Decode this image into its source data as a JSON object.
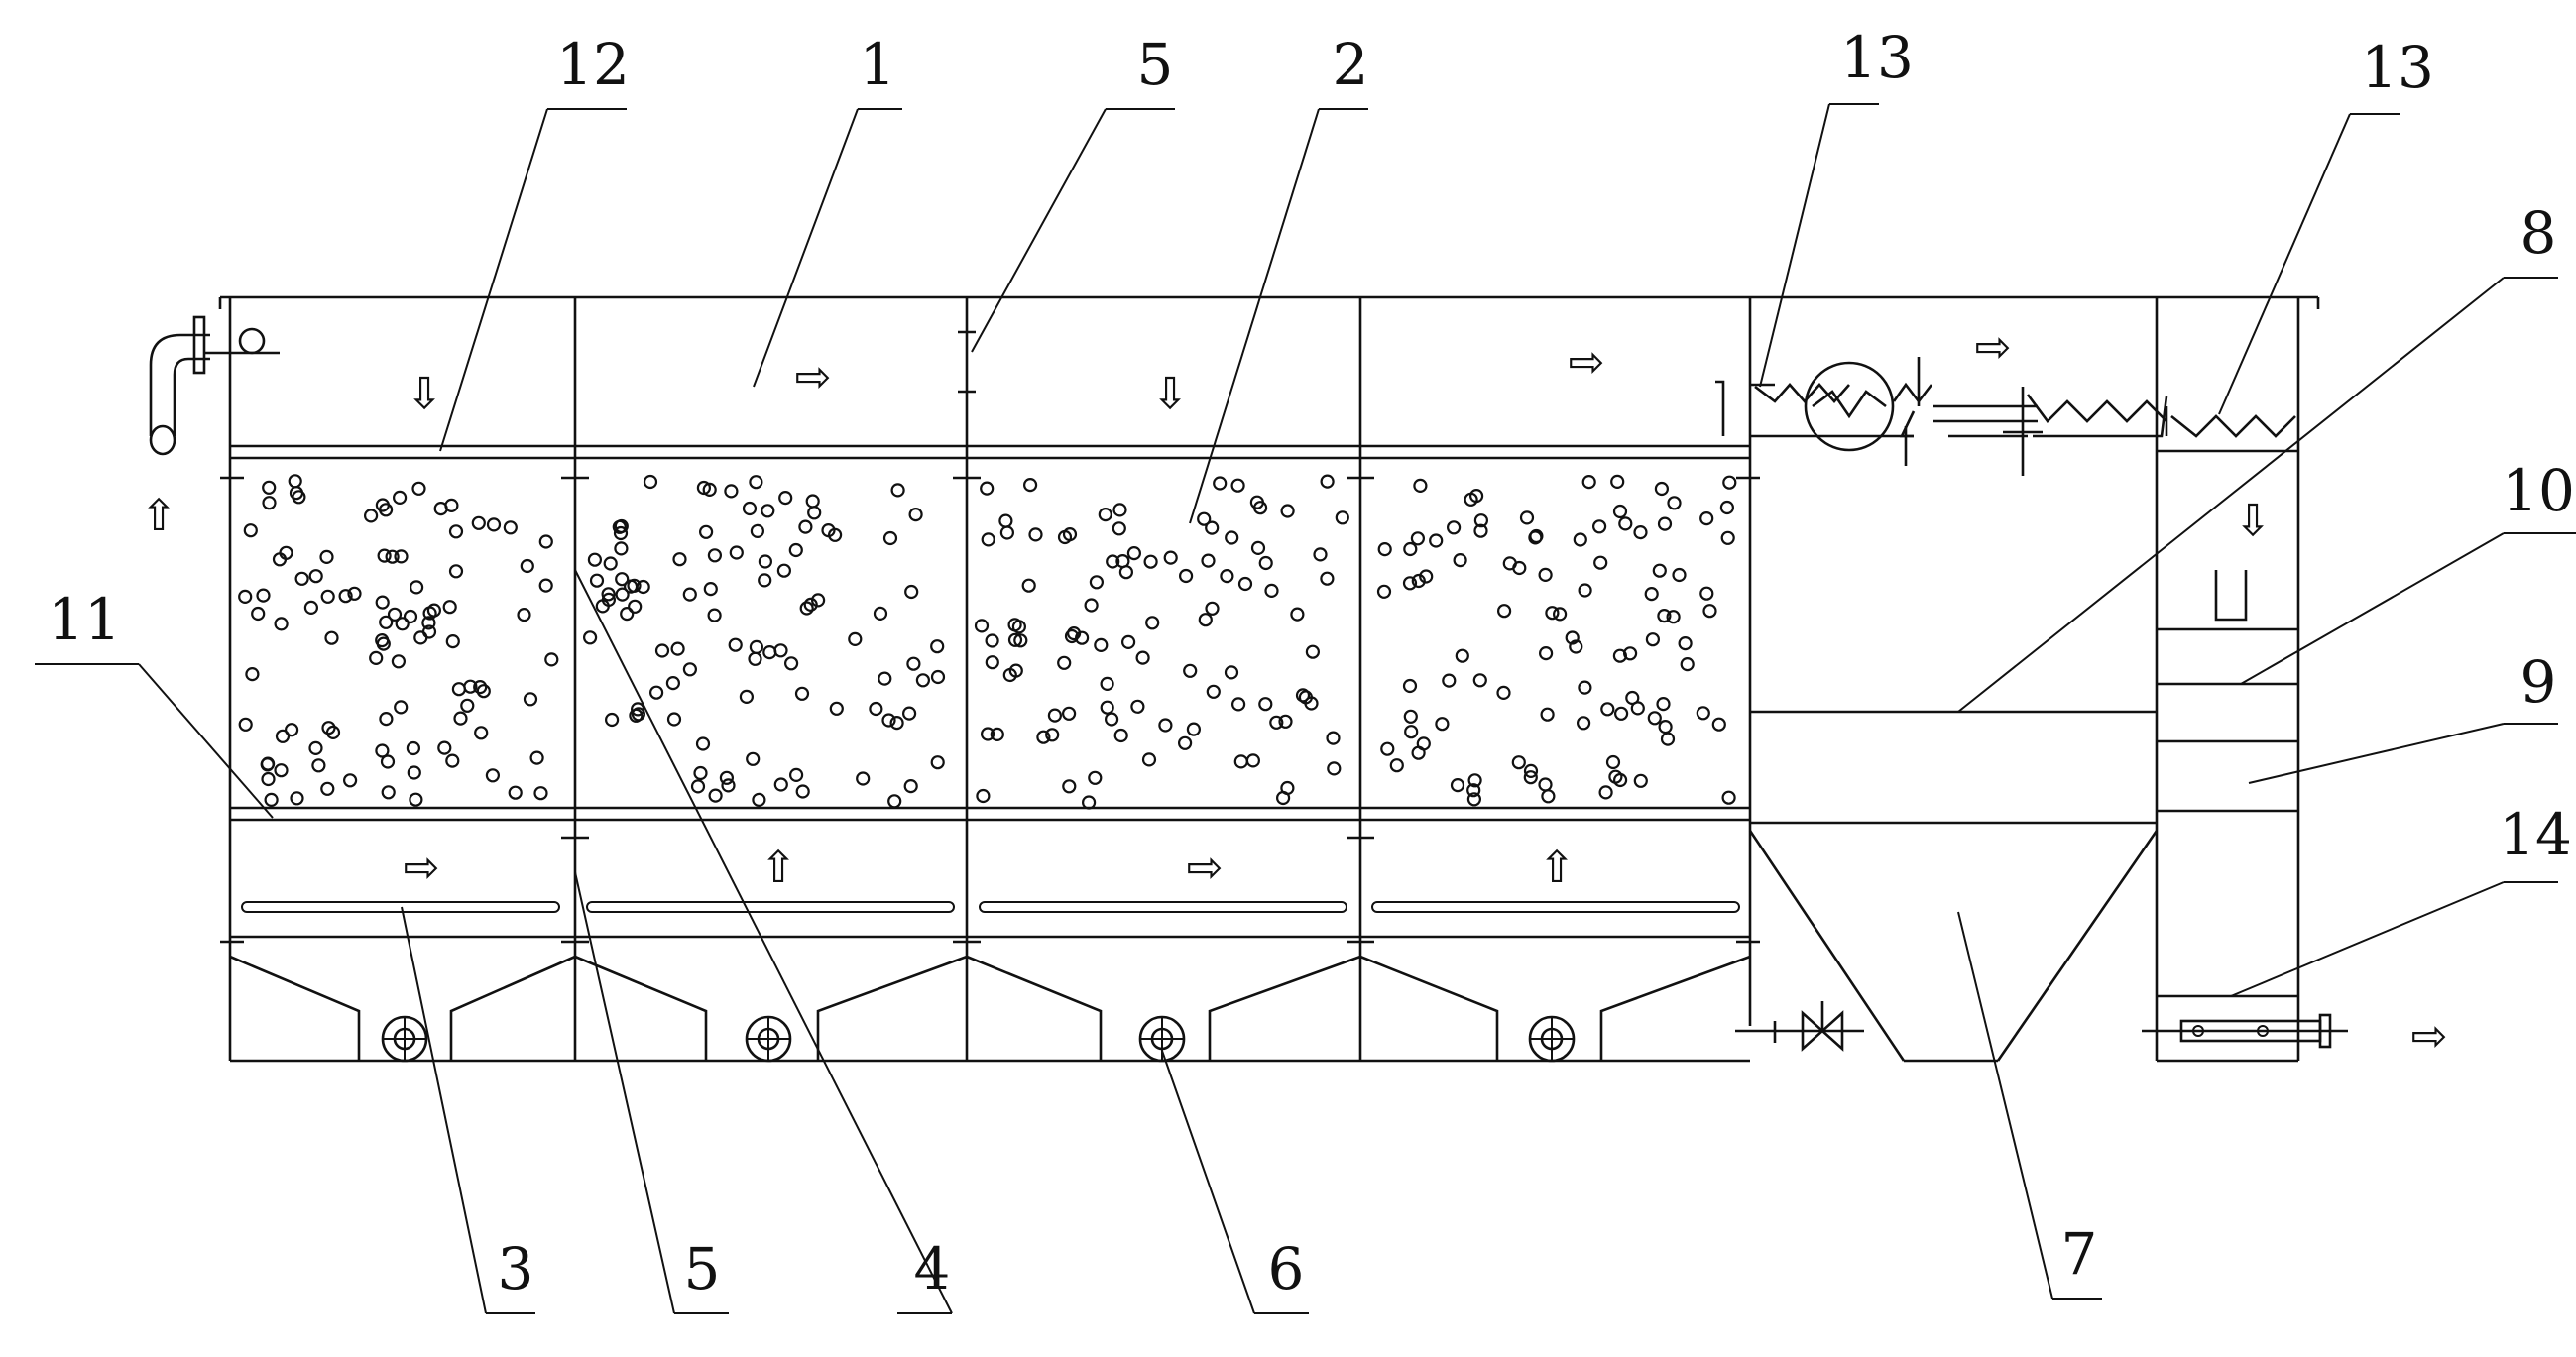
{
  "arrow_glyphs": {
    "down": "⇩",
    "right": "⇨",
    "up": "⇧"
  },
  "labels": {
    "l1": "1",
    "l2": "2",
    "l3": "3",
    "l4": "4",
    "l5a": "5",
    "l5b": "5",
    "l6": "6",
    "l7": "7",
    "l8": "8",
    "l9": "9",
    "l10": "10",
    "l11": "11",
    "l12": "12",
    "l13a": "13",
    "l13b": "13",
    "l14": "14"
  }
}
